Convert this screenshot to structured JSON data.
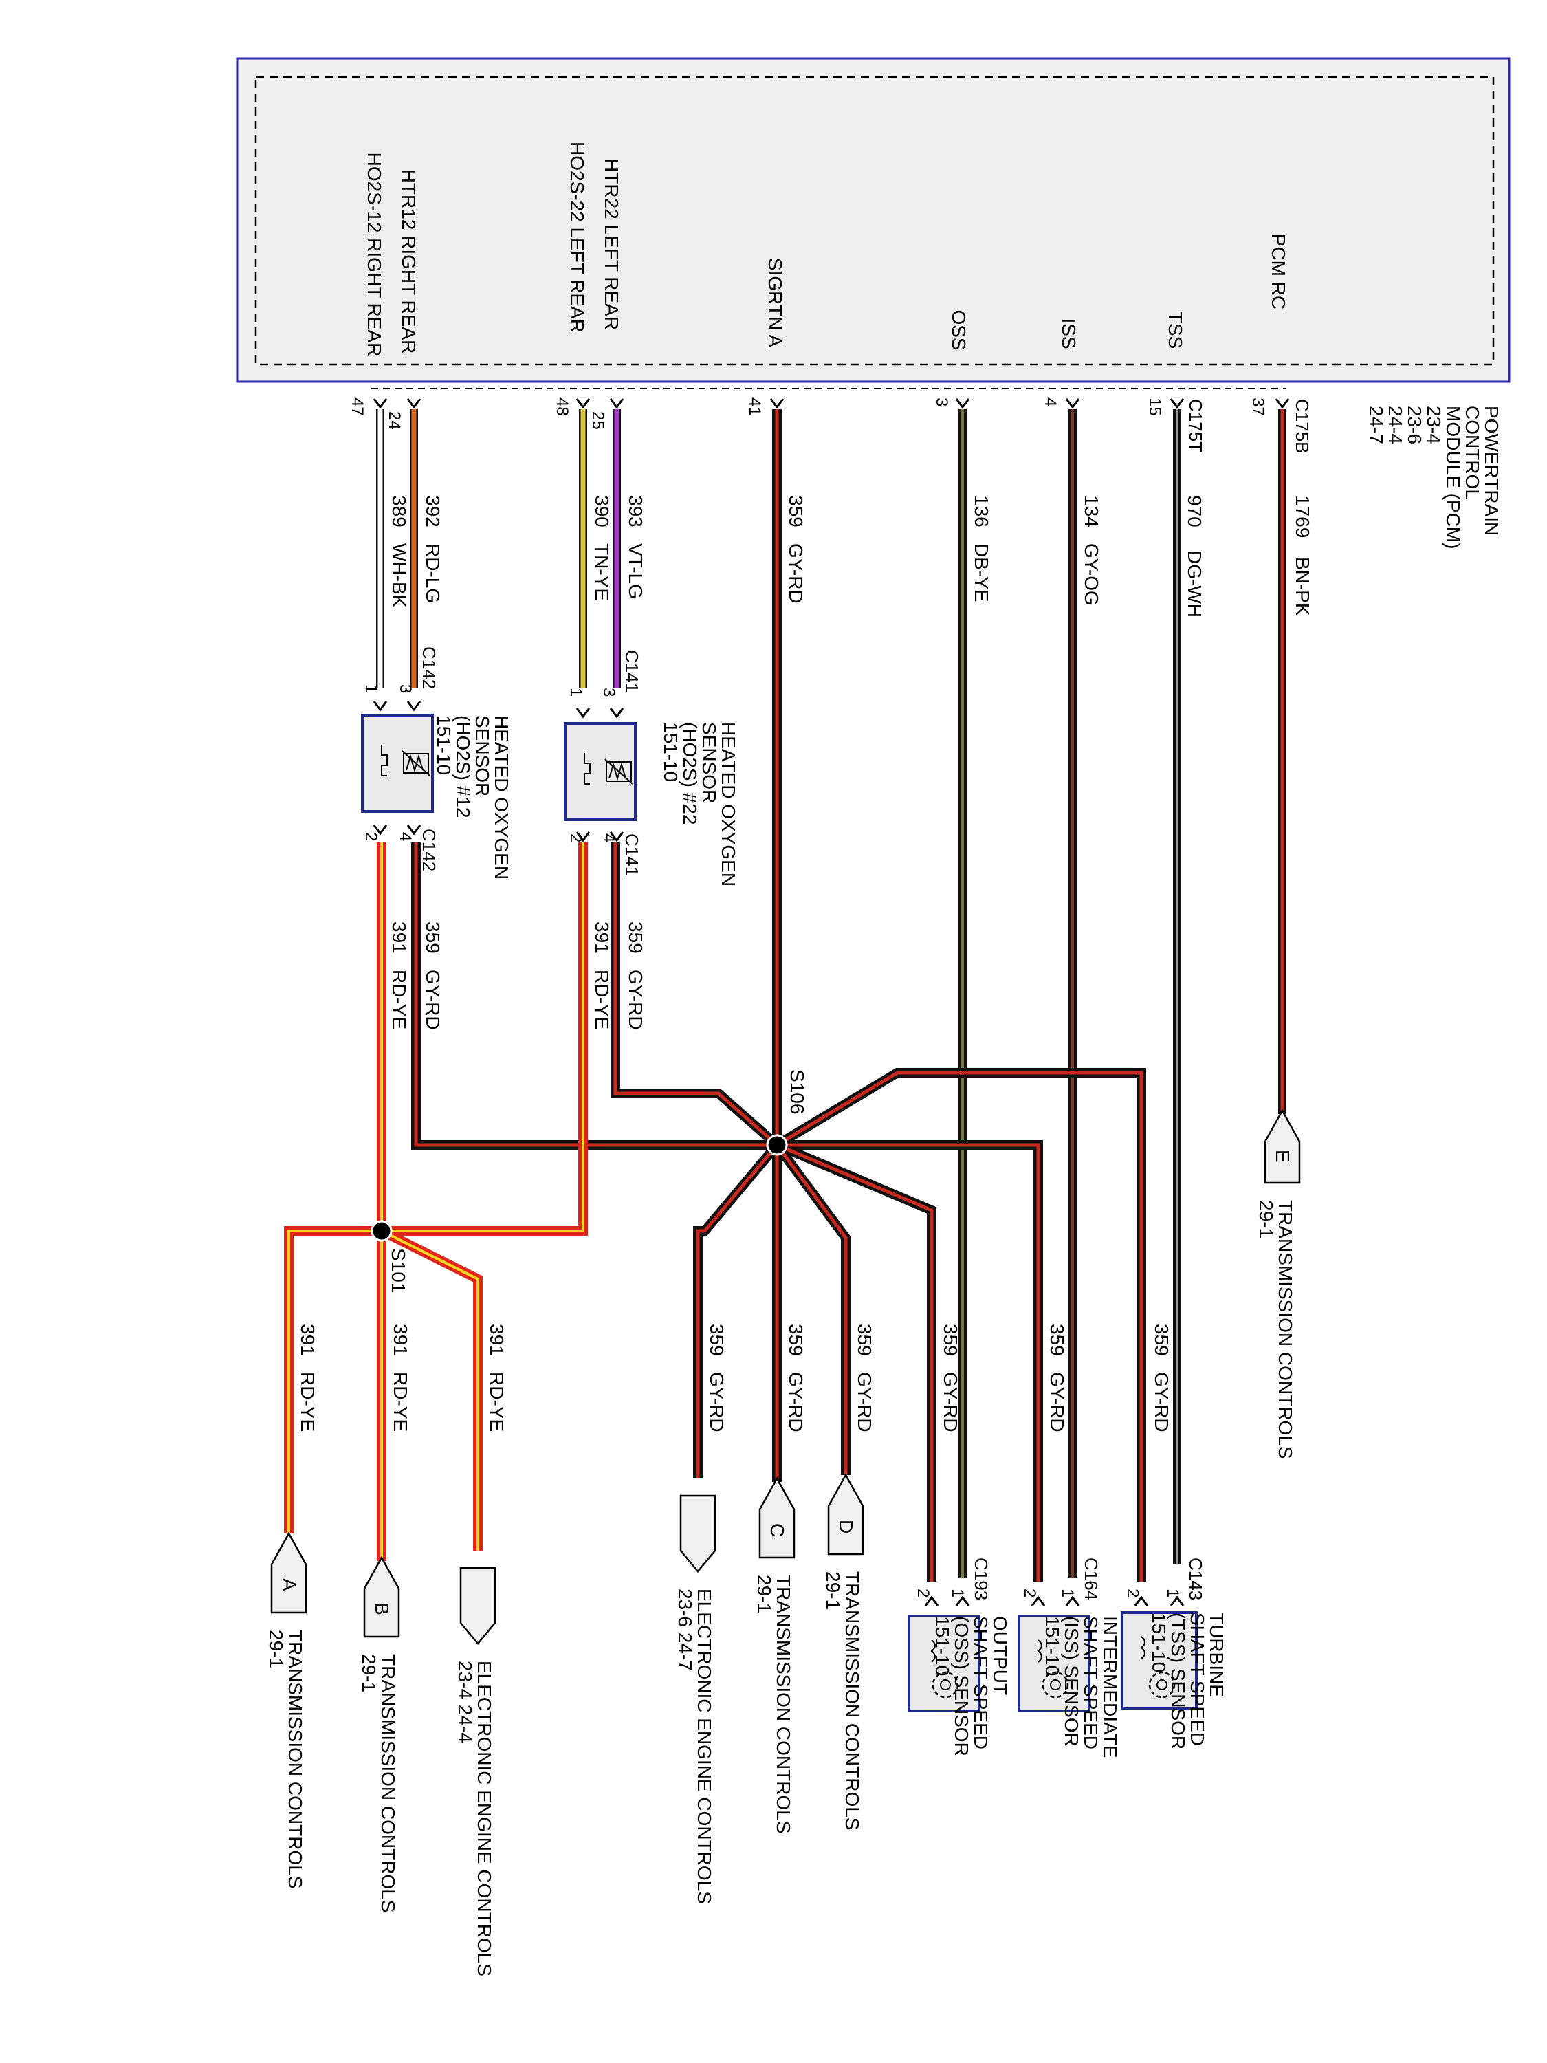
{
  "pcm": {
    "name_lines": [
      "POWERTRAIN",
      "CONTROL",
      "MODULE (PCM)",
      "23-4",
      "23-6",
      "24-4",
      "24-7"
    ],
    "pin_labels": {
      "pcm_rc": "PCM RC",
      "tss": "TSS",
      "iss": "ISS",
      "oss": "OSS",
      "sigrtn": "SIGRTN A",
      "htr22": "HTR22 LEFT REAR",
      "ho2s22": "HO2S-22 LEFT REAR",
      "htr12": "HTR12 RIGHT REAR",
      "ho2s12": "HO2S-12 RIGHT REAR"
    },
    "pins": {
      "pcm_rc": "37",
      "tss": "15",
      "iss": "4",
      "oss": "3",
      "sigrtn": "41",
      "htr22": "25",
      "ho2s22": "48",
      "htr12": "24",
      "ho2s12": "47"
    },
    "connectors": {
      "c175b": "C175B",
      "c175t": "C175T"
    }
  },
  "wires": {
    "w1769": {
      "num": "1769",
      "color": "BN-PK"
    },
    "w970": {
      "num": "970",
      "color": "DG-WH"
    },
    "w134": {
      "num": "134",
      "color": "GY-OG"
    },
    "w136": {
      "num": "136",
      "color": "DB-YE"
    },
    "w359": {
      "num": "359",
      "color": "GY-RD"
    },
    "w393": {
      "num": "393",
      "color": "VT-LG"
    },
    "w390": {
      "num": "390",
      "color": "TN-YE"
    },
    "w392": {
      "num": "392",
      "color": "RD-LG"
    },
    "w389": {
      "num": "389",
      "color": "WH-BK"
    },
    "w391": {
      "num": "391",
      "color": "RD-YE"
    }
  },
  "splices": {
    "s106": "S106",
    "s101": "S101"
  },
  "sensors": {
    "ho2s22": {
      "name_lines": [
        "HEATED OXYGEN",
        "SENSOR",
        "(HO2S) #22",
        "151-10"
      ],
      "connector": "C141",
      "pins": [
        "1",
        "3",
        "2",
        "4"
      ]
    },
    "ho2s12": {
      "name_lines": [
        "HEATED OXYGEN",
        "SENSOR",
        "(HO2S) #12",
        "151-10"
      ],
      "connector": "C142",
      "pins": [
        "1",
        "3",
        "2",
        "4"
      ]
    },
    "tss": {
      "name_lines": [
        "TURBINE",
        "SHAFT SPEED",
        "(TSS) SENSOR",
        "151-10"
      ],
      "connector": "C143",
      "pins": [
        "1",
        "2"
      ]
    },
    "iss": {
      "name_lines": [
        "INTERMEDIATE",
        "SHAFT SPEED",
        "(ISS) SENSOR",
        "151-10"
      ],
      "connector": "C164",
      "pins": [
        "1",
        "2"
      ]
    },
    "oss": {
      "name_lines": [
        "OUTPUT",
        "SHAFT SPEED",
        "(OSS) SENSOR",
        "151-10"
      ],
      "connector": "C193",
      "pins": [
        "1",
        "2"
      ]
    }
  },
  "offpage": {
    "E": {
      "letter": "E",
      "lines": [
        "TRANSMISSION CONTROLS",
        "29-1"
      ]
    },
    "D": {
      "letter": "D",
      "lines": [
        "TRANSMISSION CONTROLS",
        "29-1"
      ]
    },
    "C": {
      "letter": "C",
      "lines": [
        "TRANSMISSION CONTROLS",
        "29-1"
      ]
    },
    "EEC1": {
      "letter": "",
      "lines": [
        "ELECTRONIC ENGINE CONTROLS",
        "23-6    24-7"
      ]
    },
    "EEC2": {
      "letter": "",
      "lines": [
        "ELECTRONIC ENGINE CONTROLS",
        "23-4    24-4"
      ]
    },
    "B": {
      "letter": "B",
      "lines": [
        "TRANSMISSION CONTROLS",
        "29-1"
      ]
    },
    "A": {
      "letter": "A",
      "lines": [
        "TRANSMISSION CONTROLS",
        "29-1"
      ]
    }
  },
  "colors": {
    "gy_rd_core": "#c8281e",
    "gy_rd_edge": "#111111",
    "rd_ye_core": "#f5d41e",
    "rd_ye_edge": "#e0261b",
    "module_border": "#2a2aa8",
    "module_fill": "#efefef",
    "sensor_border": "#1f2a8c"
  }
}
